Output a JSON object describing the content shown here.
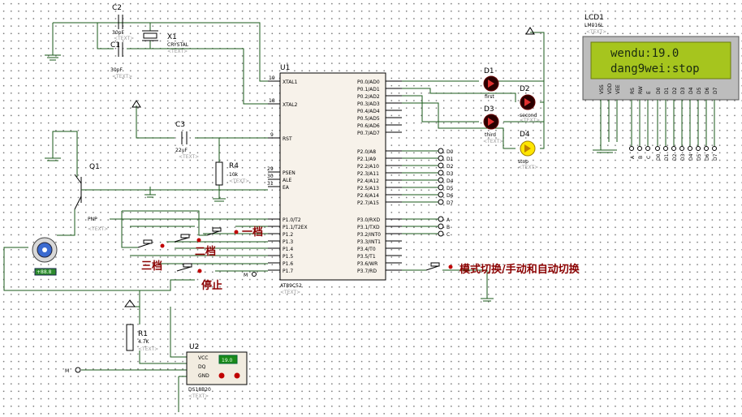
{
  "parts": {
    "placeholder": "<TEXT>",
    "c2": {
      "ref": "C2",
      "value": "30pF"
    },
    "c1": {
      "ref": "C1",
      "value": "30pF"
    },
    "x1": {
      "ref": "X1",
      "value": "CRYSTAL"
    },
    "c3": {
      "ref": "C3",
      "value": "22uF"
    },
    "r4": {
      "ref": "R4",
      "value": "10k"
    },
    "u1": {
      "ref": "U1",
      "part": "AT89C52"
    },
    "d1": {
      "ref": "D1",
      "label": "first"
    },
    "d2": {
      "ref": "D2",
      "label": "second"
    },
    "d3": {
      "ref": "D3",
      "label": "third"
    },
    "d4": {
      "ref": "D4",
      "label": "stop"
    },
    "q1": {
      "ref": "Q1",
      "type": "PNP"
    },
    "motor": {
      "readout": "+88.8"
    },
    "r1": {
      "ref": "R1",
      "value": "4.7K"
    },
    "u2": {
      "ref": "U2",
      "part": "DS18B20",
      "display": "19.0",
      "pins": [
        "VCC",
        "DQ",
        "GND"
      ]
    }
  },
  "u1": {
    "left_pins": [
      "XTAL1",
      "XTAL2",
      "RST",
      "PSEN",
      "ALE",
      "EA",
      "P1.0/T2",
      "P1.1/T2EX",
      "P1.2",
      "P1.3",
      "P1.4",
      "P1.5",
      "P1.6",
      "P1.7"
    ],
    "left_nums": [
      "19",
      "18",
      "9",
      "29",
      "30",
      "31"
    ],
    "p0": [
      "P0.0/AD0",
      "P0.1/AD1",
      "P0.2/AD2",
      "P0.3/AD3",
      "P0.4/AD4",
      "P0.5/AD5",
      "P0.6/AD6",
      "P0.7/AD7"
    ],
    "p2": [
      "P2.0/A8",
      "P2.1/A9",
      "P2.2/A10",
      "P2.3/A11",
      "P2.4/A12",
      "P2.5/A13",
      "P2.6/A14",
      "P2.7/A15"
    ],
    "p3": [
      "P3.0/RXD",
      "P3.1/TXD",
      "P3.2/INT0",
      "P3.3/INT1",
      "P3.4/T0",
      "P3.5/T1",
      "P3.6/WR",
      "P3.7/RD"
    ]
  },
  "terminals": {
    "d": [
      "D0",
      "D1",
      "D2",
      "D3",
      "D4",
      "D5",
      "D6",
      "D7"
    ],
    "abc": [
      "A",
      "B",
      "C"
    ],
    "m": "M"
  },
  "lcd": {
    "ref": "LCD1",
    "part": "LM016L",
    "line1": "wendu:19.0",
    "line2": "dang9wei:stop",
    "pins": [
      "VSS",
      "VDD",
      "VEE",
      "RS",
      "RW",
      "E",
      "D0",
      "D1",
      "D2",
      "D3",
      "D4",
      "D5",
      "D6",
      "D7"
    ],
    "term_labels": [
      "A",
      "B",
      "C",
      "D0",
      "D1",
      "D2",
      "D3",
      "D4",
      "D5",
      "D6",
      "D7"
    ]
  },
  "labels": {
    "gear1": "一档",
    "gear2": "二档",
    "gear3": "三档",
    "stop": "停止",
    "mode": "模式切换/手动和自动切换"
  },
  "colors": {
    "wire": "#1a5a1a",
    "lcd_screen": "#a6c51e",
    "annotation": "#8b0000",
    "led_stop": "#ffe600"
  }
}
